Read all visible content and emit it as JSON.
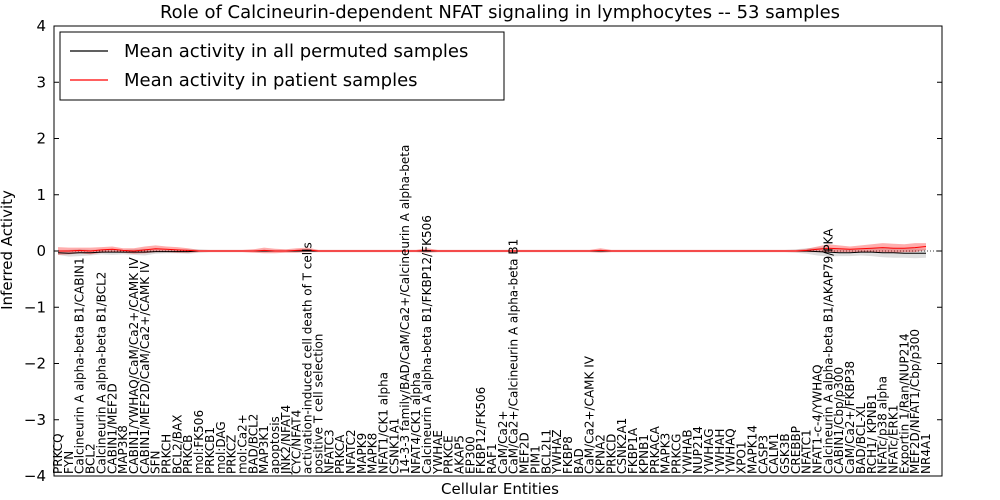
{
  "chart_data": {
    "type": "line",
    "title": "Role of Calcineurin-dependent NFAT signaling in lymphocytes -- 53 samples",
    "xlabel": "Cellular Entities",
    "ylabel": "Inferred Activity",
    "ylim": [
      -4,
      4
    ],
    "yticks": [
      "4",
      "3",
      "2",
      "1",
      "0",
      "−1",
      "−2",
      "−3",
      "−4"
    ],
    "grid": false,
    "legend_position": "top-left",
    "categories": [
      "PRKCQ",
      "FYN",
      "Calcineurin A alpha-beta B1/CABIN1",
      "BCL2",
      "Calcineurin A alpha-beta B1/BCL2",
      "CABIN1/MEF2D",
      "MAP3K8",
      "CABIN1/YWHAQ/CaM/Ca2+/CAMK IV",
      "CABIN1/MEF2D/CaM/Ca2+/CAMK IV",
      "SFN",
      "PRKCH",
      "BCL2/BAX",
      "PRKCB",
      "mol:FK506",
      "PRKCB1",
      "mol:DAG",
      "PRKCZ",
      "mol:Ca2+",
      "BAD/BCL2",
      "MAP3K1",
      "apoptosis",
      "JNK2/NFAT4",
      "CYC/NFAT4",
      "activation-induced cell death of T cells",
      "positive T cell selection",
      "NFATC3",
      "PRKCA",
      "NFATC2",
      "MAPK9",
      "MAPK8",
      "NFAT1/CK1 alpha",
      "CSNK1A1",
      "14-3-3 family/BAD/CaM/Ca2+/Calcineurin A alpha-beta",
      "NFAT4/CK1 alpha",
      "Calcineurin A alpha-beta B1/FKBP12/FK506",
      "YWHAE",
      "PRKCE",
      "AKAP5",
      "EP300",
      "FKBP12/FK506",
      "RAF1",
      "CaM/Ca2+",
      "CaM/Ca2+/Calcineurin A alpha-beta B1",
      "MEF2D",
      "PIM1",
      "BCL2L1",
      "YWHAZ",
      "FKBP8",
      "BAD",
      "CaM/Ca2+/CAMK IV",
      "KPNA2",
      "PRKCD",
      "CSNK2A1",
      "FKBP1A",
      "KPNB1",
      "PRKACA",
      "MAPK3",
      "PRKCG",
      "YWHAB",
      "NUP214",
      "YWHAG",
      "YWHAH",
      "YWHAQ",
      "XPO1",
      "MAPK14",
      "CASP3",
      "CALM1",
      "GSK3B",
      "CREBBP",
      "NFATC1",
      "NFAT1-c-4/YWHAQ",
      "Calcineurin A alpha-beta B1/AKAP79/PKA",
      "CABIN1/Cbp/p300",
      "CaM/Ca2+/FKBP38",
      "BAD/BCL-XL",
      "RCH1/ KPNB1",
      "NFATc/p38 alpha",
      "NFATc/ERK1",
      "Exportin 1/Ran/NUP214",
      "MEF2D/NFAT1/Cbp/p300",
      "NR4A1"
    ],
    "series": [
      {
        "name": "Mean activity in all permuted samples",
        "color": "#000000",
        "values": [
          -0.03,
          -0.04,
          -0.03,
          -0.03,
          -0.02,
          -0.02,
          -0.02,
          -0.02,
          -0.02,
          -0.01,
          -0.01,
          -0.01,
          -0.01,
          0,
          0,
          0,
          0,
          0,
          0,
          0,
          0,
          0,
          0,
          0,
          0,
          0,
          0,
          0,
          0,
          0,
          0,
          0,
          0,
          0,
          0,
          0,
          0,
          0,
          0,
          0,
          0,
          0,
          0,
          0,
          0,
          0,
          0,
          0,
          0,
          0,
          0,
          0,
          0,
          0,
          0,
          0,
          0,
          0,
          0,
          0,
          0,
          0,
          0,
          0,
          0,
          0,
          0,
          0,
          0,
          0,
          -0.01,
          -0.02,
          -0.03,
          -0.03,
          -0.02,
          -0.02,
          -0.03,
          -0.03,
          -0.04,
          -0.04,
          -0.04
        ],
        "band": [
          0.04,
          0.06,
          0.06,
          0.05,
          0.04,
          0.05,
          0.04,
          0.05,
          0.06,
          0.04,
          0.03,
          0.03,
          0.04,
          0.03,
          0.02,
          0.02,
          0.02,
          0.02,
          0.02,
          0.02,
          0.02,
          0.02,
          0.02,
          0.02,
          0.02,
          0.02,
          0.02,
          0.02,
          0.02,
          0.02,
          0.02,
          0.02,
          0.02,
          0.02,
          0.02,
          0.02,
          0.02,
          0.02,
          0.02,
          0.02,
          0.02,
          0.02,
          0.02,
          0.02,
          0.02,
          0.02,
          0.02,
          0.02,
          0.02,
          0.02,
          0.02,
          0.02,
          0.02,
          0.02,
          0.02,
          0.02,
          0.02,
          0.02,
          0.02,
          0.02,
          0.02,
          0.02,
          0.02,
          0.02,
          0.02,
          0.02,
          0.02,
          0.02,
          0.03,
          0.05,
          0.07,
          0.08,
          0.06,
          0.06,
          0.06,
          0.07,
          0.08,
          0.09,
          0.08,
          0.09,
          0.08
        ]
      },
      {
        "name": "Mean activity in patient samples",
        "color": "#ff0000",
        "values": [
          0,
          0,
          0.01,
          0,
          0.02,
          0.03,
          0.01,
          0,
          0.02,
          0.04,
          0.03,
          0.02,
          0.01,
          0,
          0,
          0,
          0,
          0,
          0,
          0.01,
          0,
          0,
          0.01,
          0.02,
          0,
          0,
          0,
          0,
          0,
          0,
          0,
          0,
          0,
          0,
          0.01,
          0,
          0,
          0,
          0,
          0,
          0,
          0,
          0,
          0,
          0,
          0,
          0,
          0,
          0,
          0,
          0.01,
          0,
          0,
          0,
          0,
          0,
          0,
          0,
          0,
          0,
          0,
          0,
          0,
          0,
          0,
          0,
          0,
          0,
          0,
          0.01,
          0.03,
          0.05,
          0.04,
          0.03,
          0.04,
          0.05,
          0.06,
          0.05,
          0.05,
          0.06,
          0.08
        ],
        "band": [
          0.07,
          0.06,
          0.05,
          0.06,
          0.05,
          0.05,
          0.04,
          0.05,
          0.06,
          0.06,
          0.05,
          0.05,
          0.04,
          0.02,
          0.02,
          0.02,
          0.02,
          0.02,
          0.03,
          0.05,
          0.04,
          0.03,
          0.04,
          0.04,
          0.02,
          0.02,
          0.02,
          0.02,
          0.02,
          0.02,
          0.02,
          0.02,
          0.02,
          0.02,
          0.04,
          0.02,
          0.02,
          0.02,
          0.02,
          0.02,
          0.02,
          0.02,
          0.02,
          0.02,
          0.02,
          0.02,
          0.02,
          0.02,
          0.02,
          0.02,
          0.04,
          0.02,
          0.02,
          0.02,
          0.02,
          0.02,
          0.02,
          0.02,
          0.02,
          0.02,
          0.02,
          0.02,
          0.02,
          0.02,
          0.02,
          0.02,
          0.02,
          0.02,
          0.02,
          0.03,
          0.05,
          0.07,
          0.06,
          0.05,
          0.06,
          0.07,
          0.08,
          0.08,
          0.07,
          0.08,
          0.06
        ]
      }
    ]
  }
}
